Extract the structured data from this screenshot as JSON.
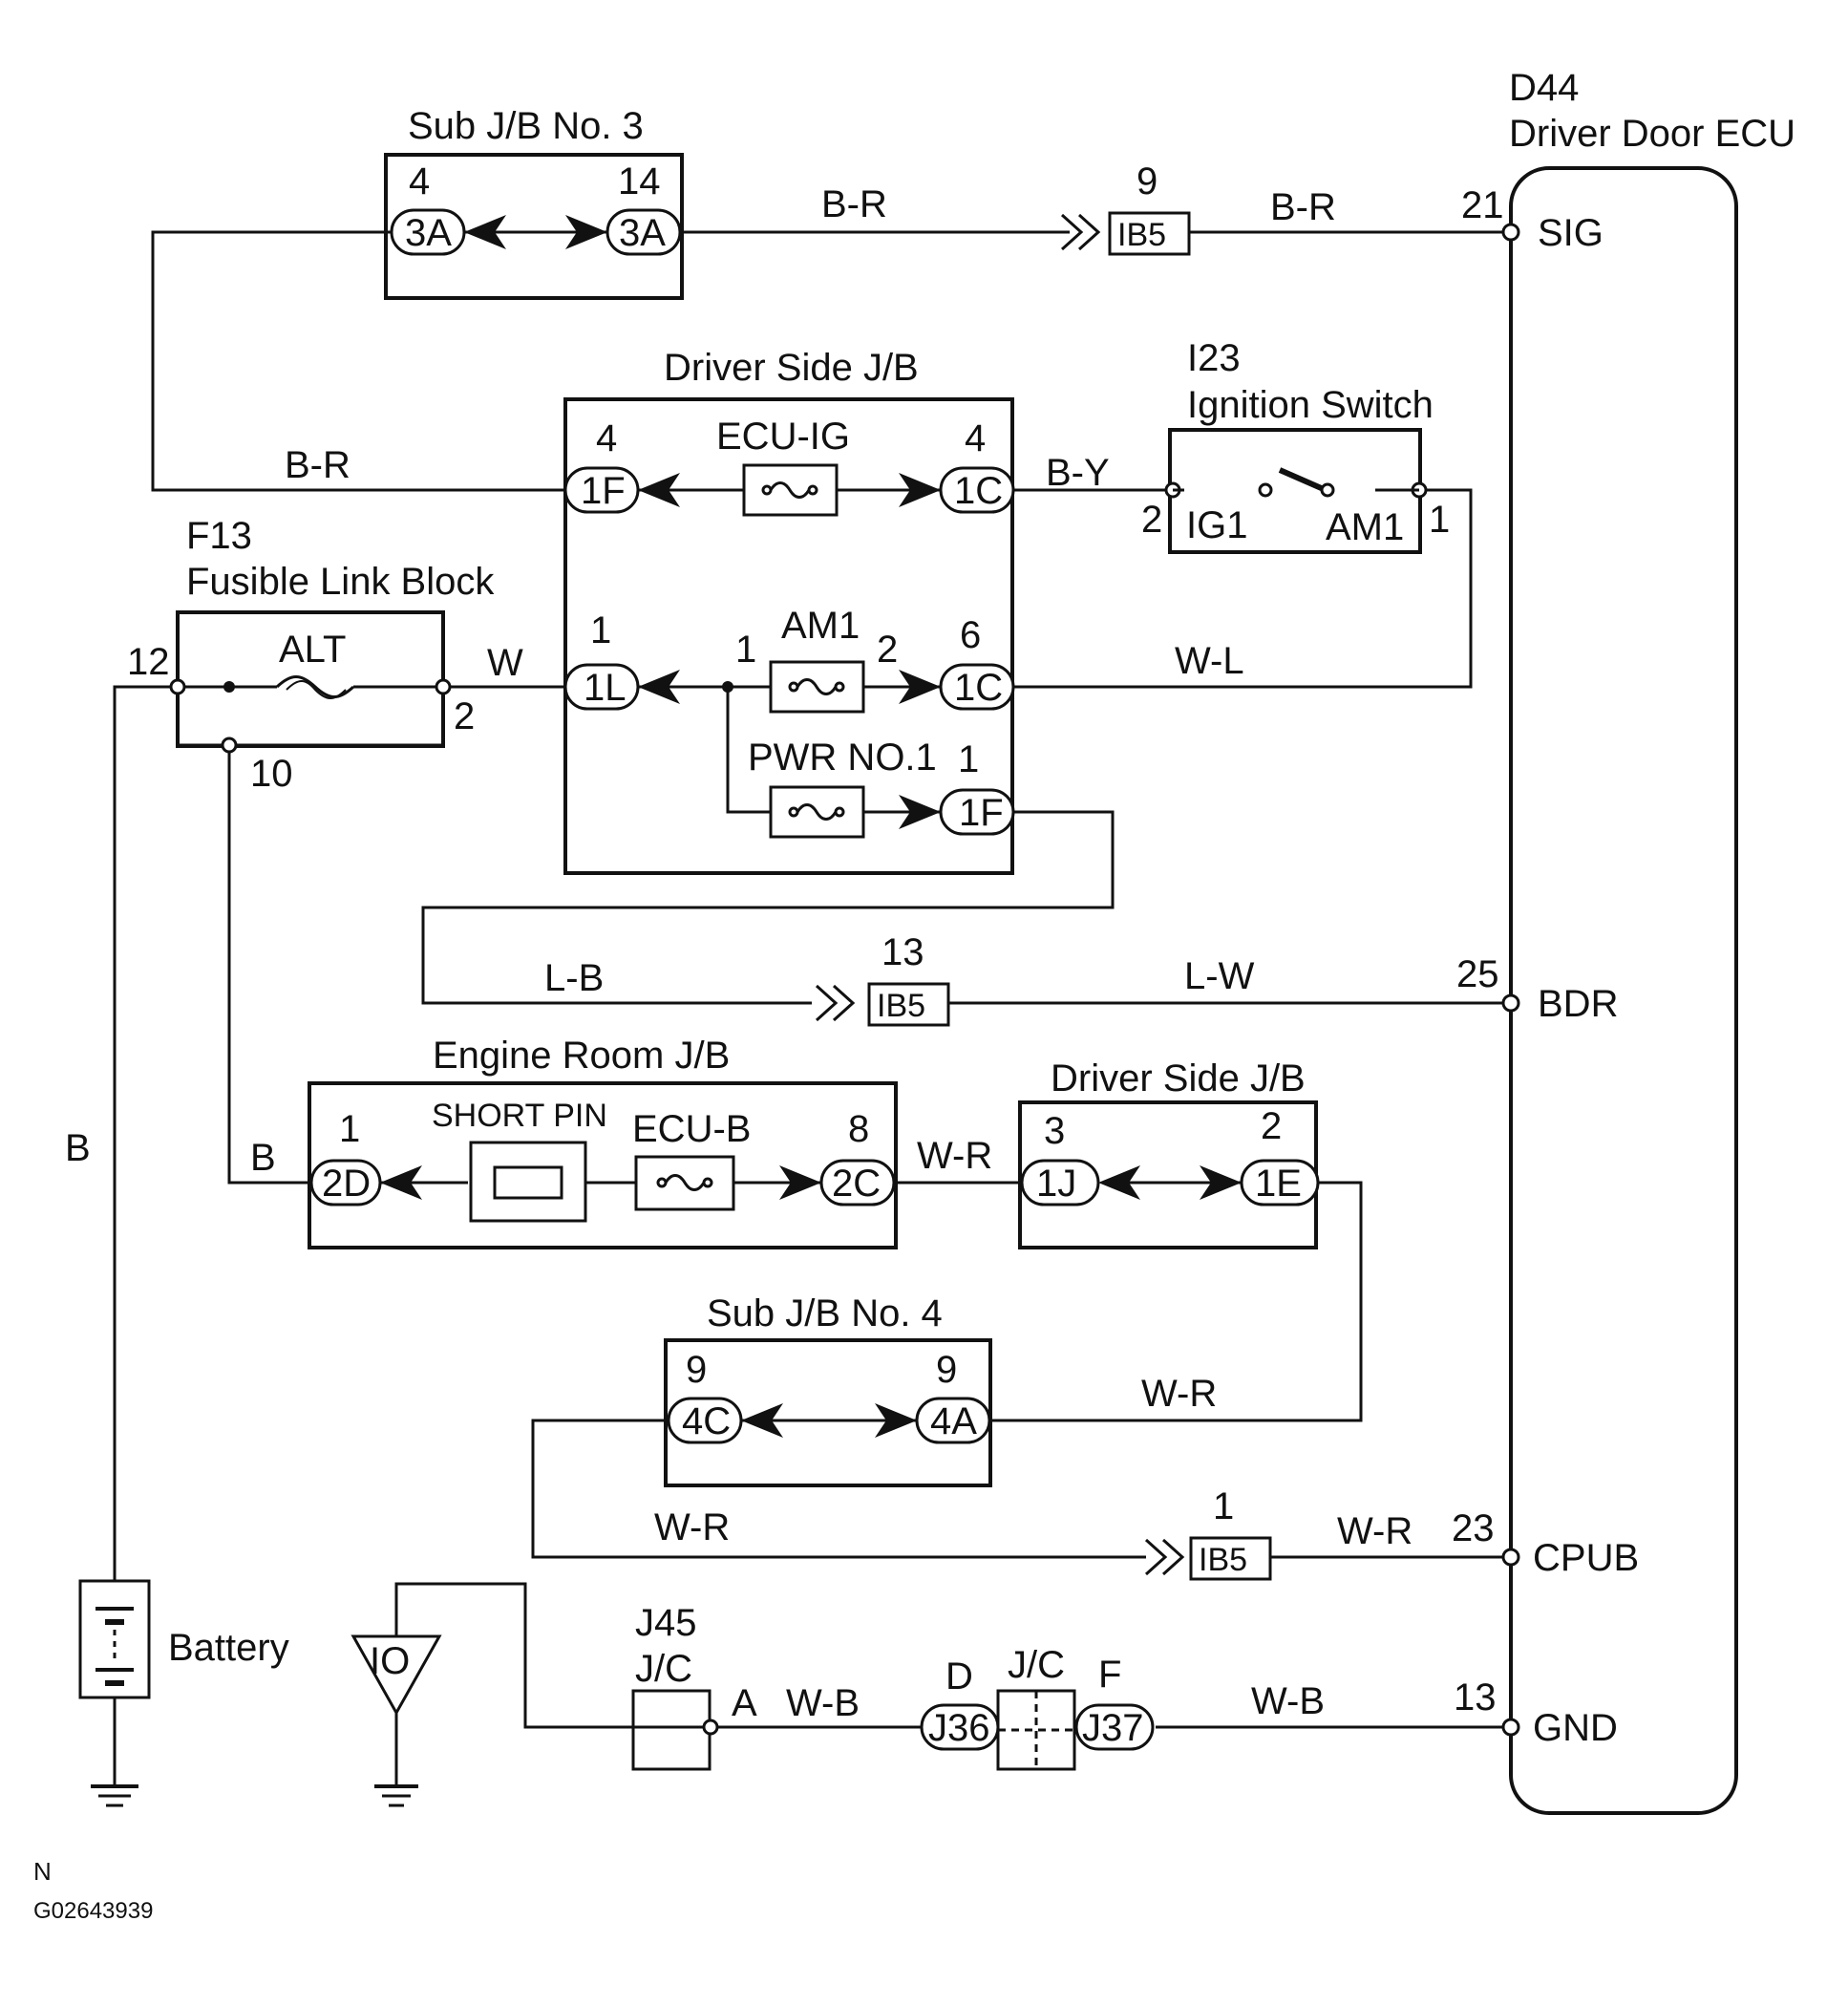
{
  "ecu": {
    "code": "D44",
    "name": "Driver Door ECU",
    "pins": {
      "sig": "SIG",
      "bdr": "BDR",
      "cpub": "CPUB",
      "gnd": "GND"
    },
    "pin_numbers": {
      "sig": "21",
      "bdr": "25",
      "cpub": "23",
      "gnd": "13"
    }
  },
  "sub_jb3": {
    "title": "Sub J/B No. 3",
    "left_pin": "4",
    "left_conn": "3A",
    "right_pin": "14",
    "right_conn": "3A"
  },
  "driver_jb_top": {
    "title": "Driver Side J/B",
    "ecu_ig": "ECU-IG",
    "am1": "AM1",
    "pwr": "PWR NO.1",
    "pins": {
      "p1f_left": "4",
      "c1f_left": "1F",
      "p1c_top": "4",
      "c1c_top": "1C",
      "p1l": "1",
      "c1l": "1L",
      "am1_in": "1",
      "am1_out": "2",
      "p1c_mid": "6",
      "c1c_mid": "1C",
      "p1f_right": "1",
      "c1f_right": "1F"
    }
  },
  "ignition": {
    "code": "I23",
    "name": "Ignition Switch",
    "ig1": "IG1",
    "am1": "AM1",
    "pin_left": "2",
    "pin_right": "1"
  },
  "fusible": {
    "code": "F13",
    "name": "Fusible Link Block",
    "alt": "ALT",
    "pin_left": "12",
    "pin_right": "2",
    "pin_bottom": "10"
  },
  "engine_jb": {
    "title": "Engine Room J/B",
    "short_pin": "SHORT PIN",
    "ecu_b": "ECU-B",
    "pin_left": "1",
    "conn_left": "2D",
    "pin_right": "8",
    "conn_right": "2C"
  },
  "driver_jb_bottom": {
    "title": "Driver Side J/B",
    "pin_left": "3",
    "conn_left": "1J",
    "pin_right": "2",
    "conn_right": "1E"
  },
  "sub_jb4": {
    "title": "Sub J/B No. 4",
    "pin_left": "9",
    "conn_left": "4C",
    "pin_right": "9",
    "conn_right": "4A"
  },
  "ib5": {
    "label": "IB5",
    "pin_top": "9",
    "pin_mid": "13",
    "pin_bottom": "1"
  },
  "wires": {
    "br_top_left": "B-R",
    "br_top_right": "B-R",
    "br_left": "B-R",
    "by": "B-Y",
    "w": "W",
    "wl": "W-L",
    "lb": "L-B",
    "lw": "L-W",
    "b_left": "B",
    "b_engine": "B",
    "wr_engine": "W-R",
    "wr_sub4": "W-R",
    "wr_bottom": "W-R",
    "wr_cpub": "W-R",
    "wb_left": "W-B",
    "wb_right": "W-B"
  },
  "battery": {
    "label": "Battery"
  },
  "ground_io": {
    "label": "IO"
  },
  "j45": {
    "code": "J45",
    "name": "J/C",
    "pin": "A"
  },
  "jc": {
    "name": "J/C",
    "left_pin": "D",
    "left_conn": "J36",
    "right_pin": "F",
    "right_conn": "J37"
  },
  "footer": {
    "n": "N",
    "code": "G02643939"
  }
}
